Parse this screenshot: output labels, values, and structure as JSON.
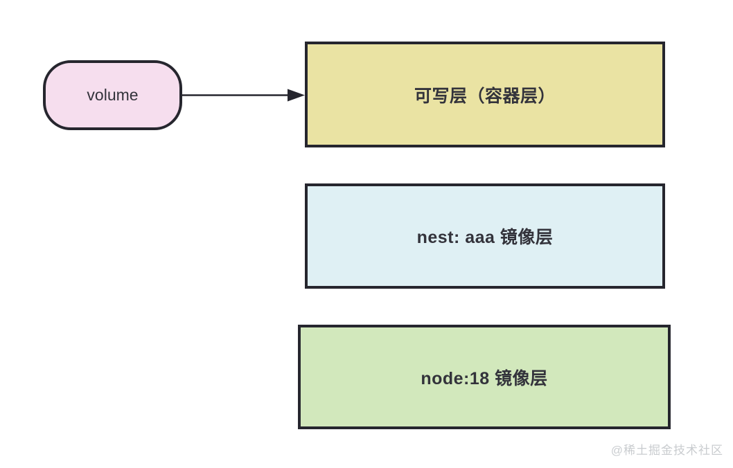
{
  "diagram": {
    "volume_node": {
      "label": "volume"
    },
    "layers": [
      {
        "id": "writable-layer",
        "label": "可写层（容器层）"
      },
      {
        "id": "nest-image-layer",
        "label": "nest: aaa 镜像层"
      },
      {
        "id": "node-image-layer",
        "label": "node:18 镜像层"
      }
    ],
    "connector": {
      "from": "volume",
      "to": "writable-layer",
      "style": "arrow-right"
    },
    "watermark": "@稀土掘金技术社区"
  },
  "colors": {
    "background": "#FFFFFF",
    "volume_fill": "#F6DEEE",
    "writable_fill": "#EAE3A3",
    "nest_fill": "#DFF0F4",
    "node_fill": "#D2E8BC",
    "border": "#26262E",
    "text": "#33333B",
    "watermark": "#C9CCCF"
  }
}
